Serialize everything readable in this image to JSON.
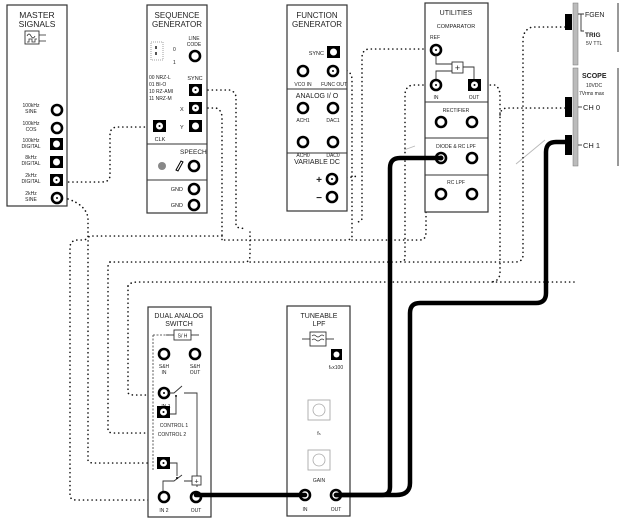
{
  "master_signals": {
    "title_1": "MASTER",
    "title_2": "SIGNALS",
    "outputs": [
      {
        "label_1": "100kHz",
        "label_2": "SINE"
      },
      {
        "label_1": "100kHz",
        "label_2": "COS"
      },
      {
        "label_1": "100kHz",
        "label_2": "DIGITAL"
      },
      {
        "label_1": "8kHz",
        "label_2": "DIGITAL"
      },
      {
        "label_1": "2kHz",
        "label_2": "DIGITAL"
      },
      {
        "label_1": "2kHz",
        "label_2": "SINE"
      }
    ]
  },
  "sequence_generator": {
    "title_1": "SEQUENCE",
    "title_2": "GENERATOR",
    "line_code_1": "LINE",
    "line_code_2": "CODE",
    "switch_0": "0",
    "switch_1": "1",
    "codes": [
      "00 NRZ-L",
      "01 BI-O",
      "10 RZ-AMI",
      "11 NRZ-M"
    ],
    "sync": "SYNC",
    "x": "X",
    "y": "Y",
    "clk": "CLK",
    "speech": "SPEECH",
    "gnd": "GND"
  },
  "function_generator": {
    "title_1": "FUNCTION",
    "title_2": "GENERATOR",
    "sync": "SYNC",
    "vco_in": "VCO IN",
    "func_out": "FUNC OUT",
    "analog_io": "ANALOG I/ O",
    "ach1": "ACH1",
    "dac1": "DAC1",
    "ach0": "ACH0",
    "dac0": "DAC0",
    "variable_dc": "VARIABLE DC",
    "plus": "+",
    "minus": "−"
  },
  "utilities": {
    "title": "UTILITIES",
    "comparator": "COMPARATOR",
    "ref": "REF",
    "in": "IN",
    "out": "OUT",
    "rectifier": "RECTIFIER",
    "diode_rc_lpf": "DIODE & RC LPF",
    "rc_lpf": "RC LPF"
  },
  "pc_interface": {
    "fgen": "FGEN",
    "trig": "TRIG",
    "trig_sub": "5V TTL",
    "scope": "SCOPE",
    "scope_sub_1": "10VDC",
    "scope_sub_2": "7Vrms max",
    "ch0": "CH 0",
    "ch1": "CH 1"
  },
  "dual_analog_switch": {
    "title_1": "DUAL ANALOG",
    "title_2": "SWITCH",
    "sh": "S/ H",
    "sh_in_1": "S&H",
    "sh_in_2": "IN",
    "sh_out_1": "S&H",
    "sh_out_2": "OUT",
    "in1": "IN 1",
    "control1": "CONTROL 1",
    "control2": "CONTROL 2",
    "in2": "IN 2",
    "out": "OUT",
    "sum": "+"
  },
  "tuneable_lpf": {
    "title_1": "TUNEABLE",
    "title_2": "LPF",
    "fc_x100": "fₕx100",
    "fc": "fₕ",
    "gain": "GAIN",
    "in": "IN",
    "out": "OUT"
  }
}
